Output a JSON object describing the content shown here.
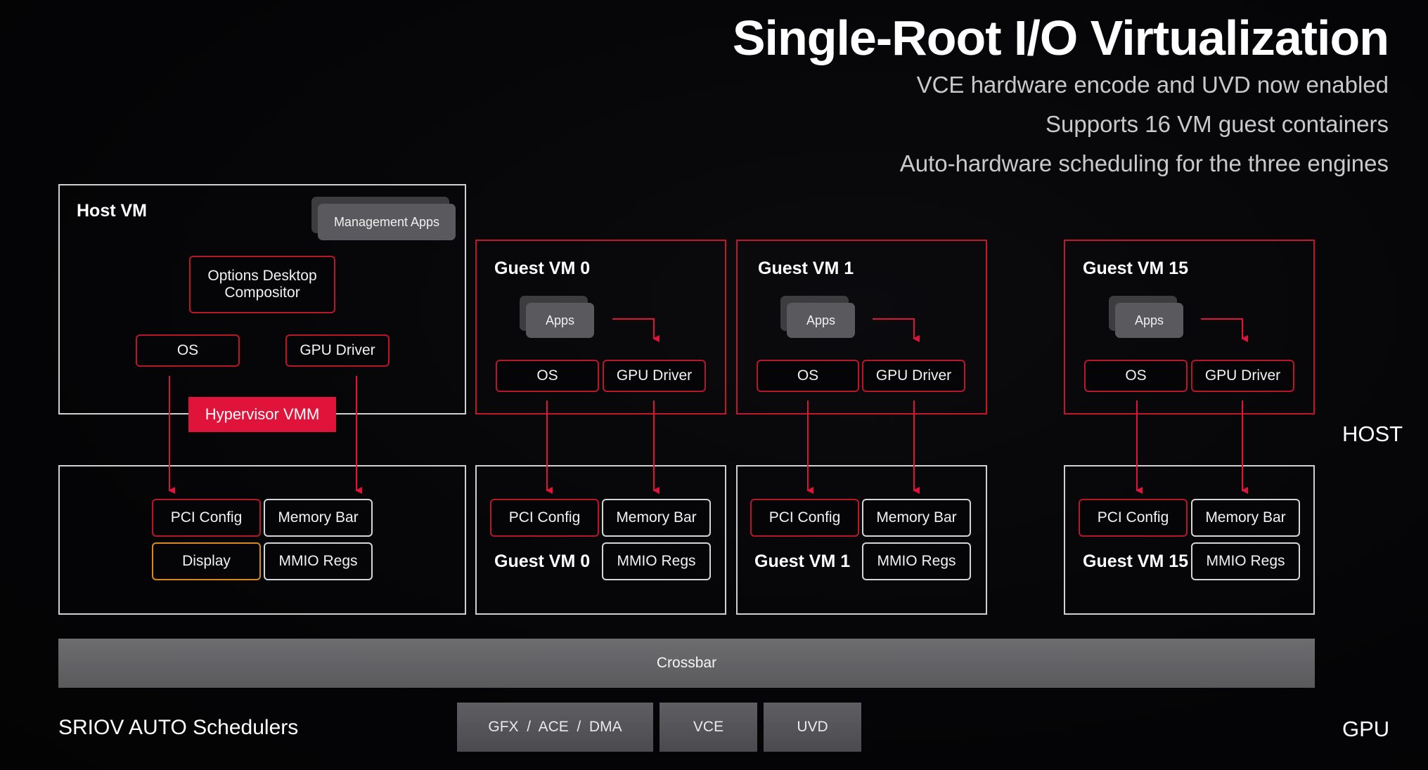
{
  "header": {
    "title": "Single-Root I/O Virtualization",
    "subtitles": [
      "VCE hardware encode and UVD now enabled",
      "Supports 16 VM guest containers",
      "Auto-hardware scheduling for the three engines"
    ]
  },
  "host_vm": {
    "label": "Host VM",
    "management_apps": "Management Apps",
    "compositor": "Options Desktop Compositor",
    "os": "OS",
    "gpu_driver": "GPU Driver",
    "hypervisor": "Hypervisor VMM",
    "pci_config": "PCI Config",
    "memory_bar": "Memory Bar",
    "display": "Display",
    "mmio_regs": "MMIO Regs"
  },
  "guests": [
    {
      "label": "Guest VM 0",
      "apps": "Apps",
      "os": "OS",
      "gpu_driver": "GPU Driver",
      "pci_config": "PCI Config",
      "memory_bar": "Memory Bar",
      "mmio_regs": "MMIO Regs"
    },
    {
      "label": "Guest VM 1",
      "apps": "Apps",
      "os": "OS",
      "gpu_driver": "GPU Driver",
      "pci_config": "PCI Config",
      "memory_bar": "Memory Bar",
      "mmio_regs": "MMIO Regs"
    },
    {
      "label": "Guest VM 15",
      "apps": "Apps",
      "os": "OS",
      "gpu_driver": "GPU Driver",
      "pci_config": "PCI Config",
      "memory_bar": "Memory Bar",
      "mmio_regs": "MMIO Regs"
    }
  ],
  "crossbar": "Crossbar",
  "schedulers": {
    "label": "SRIOV AUTO Schedulers",
    "engines": [
      "GFX  /  ACE  /  DMA",
      "VCE",
      "UVD"
    ]
  },
  "side_labels": {
    "host": "HOST",
    "gpu": "GPU"
  },
  "colors": {
    "accent_red": "#e0143a",
    "border_red": "#c0182a",
    "display_border": "#d88a1c",
    "background": "#050507"
  }
}
